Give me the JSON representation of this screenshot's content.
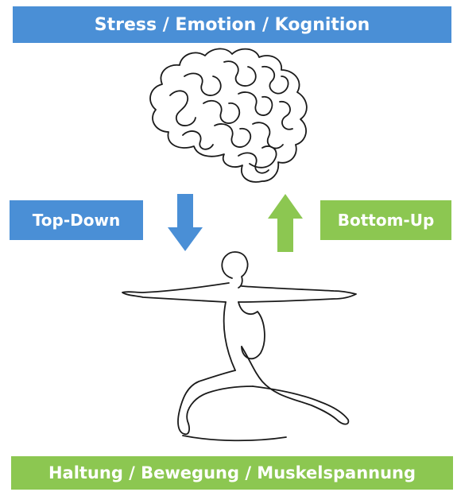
{
  "header": {
    "title": "Stress / Emotion / Kognition"
  },
  "footer": {
    "title": "Haltung / Bewegung / Muskelspannung"
  },
  "labels": {
    "top_down": "Top-Down",
    "bottom_up": "Bottom-Up"
  },
  "icons": {
    "brain": "brain-line-drawing-icon",
    "figure": "warrior-pose-line-drawing-icon",
    "arrow_down": "arrow-down-icon",
    "arrow_up": "arrow-up-icon"
  },
  "colors": {
    "blue": "#4a8fd6",
    "green": "#8cc751",
    "line": "#1a1a1a"
  }
}
